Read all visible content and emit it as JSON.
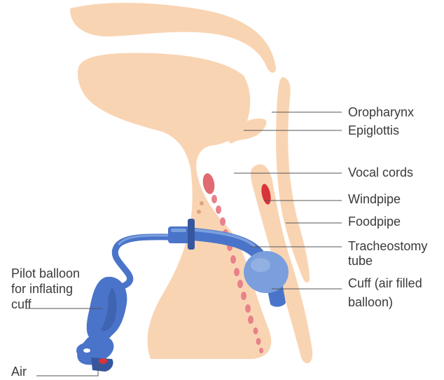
{
  "colors": {
    "tissue": "#f9d4b3",
    "tissue_dark": "#f3c7a2",
    "dots": "#e8828a",
    "red": "#d8343a",
    "tube": "#4a74c9",
    "tube_dark": "#36579f",
    "cuff": "#7a9fdc",
    "label": "#3a3a3a",
    "leader": "#555555",
    "background": "#ffffff"
  },
  "labels": {
    "oropharynx": "Oropharynx",
    "epiglottis": "Epiglottis",
    "vocal_cords": "Vocal cords",
    "windpipe": "Windpipe",
    "foodpipe": "Foodpipe",
    "tracheostomy_line1": "Tracheostomy",
    "tracheostomy_line2": "tube",
    "cuff_line1": "Cuff (air filled",
    "cuff_line2": "balloon)",
    "pilot_line1": "Pilot balloon",
    "pilot_line2": "for inflating",
    "pilot_line3": "cuff",
    "air": "Air"
  }
}
